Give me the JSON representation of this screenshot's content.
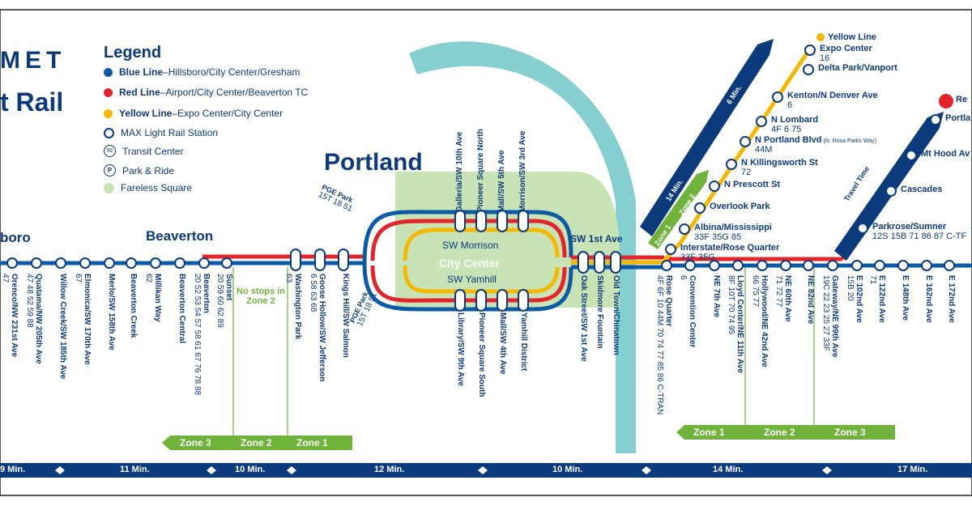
{
  "brand": {
    "line1": "MET",
    "line2": "t Rail"
  },
  "legend": {
    "title": "Legend",
    "items": [
      {
        "name": "Blue Line",
        "desc": "–Hillsboro/City Center/Gresham",
        "color": "#0b5aa5"
      },
      {
        "name": "Red Line",
        "desc": "–Airport/City Center/Beaverton TC",
        "color": "#e3242b"
      },
      {
        "name": "Yellow Line",
        "desc": "–Expo Center/City Center",
        "color": "#f5b800"
      },
      {
        "name": "",
        "desc": "MAX Light Rail Station",
        "color": ""
      },
      {
        "name": "",
        "desc": "Transit Center",
        "color": ""
      },
      {
        "name": "",
        "desc": "Park & Ride",
        "color": ""
      },
      {
        "name": "",
        "desc": "Fareless Square",
        "color": "#c8e3b5"
      }
    ]
  },
  "icons": {
    "tc": "TC",
    "pr": "P"
  },
  "areas": {
    "portland": "Portland",
    "beaverton": "Beaverton",
    "hillsboro": "boro",
    "city_center": "City Center",
    "river": "Willamette River"
  },
  "west_stations": [
    {
      "name": "Orenco/NW 231st Ave",
      "routes": "47"
    },
    {
      "name": "Quatama/NW 205th Ave",
      "routes": "47 48 52 59 88"
    },
    {
      "name": "Willow Creek/SW 185th Ave",
      "routes": ""
    },
    {
      "name": "Elmonica/SW 170th Ave",
      "routes": "67"
    },
    {
      "name": "Merlo/SW 158th Ave",
      "routes": ""
    },
    {
      "name": "Beaverton Creek",
      "routes": ""
    },
    {
      "name": "Millikan Way",
      "routes": "62"
    },
    {
      "name": "Beaverton Central",
      "routes": ""
    },
    {
      "name": "Beaverton",
      "routes": "20 52 53 54 57 58 61 67 76 78 88"
    },
    {
      "name": "Sunset",
      "routes": "20 59 60 62 89"
    },
    {
      "name": "Washington Park",
      "routes": "63"
    },
    {
      "name": "Goose Hollow/SW Jefferson",
      "routes": "6 58 63 68"
    },
    {
      "name": "Kings Hill/SW Salmon",
      "routes": ""
    }
  ],
  "pge_park_top": {
    "name": "PGE Park",
    "routes": "15T 18 51"
  },
  "pge_park_bottom": {
    "name": "PGE Park",
    "routes": "15T 18 51"
  },
  "downtown_top": [
    "Galleria/SW 10th Ave",
    "Pioneer Square North",
    "Mall/SW 5th Ave",
    "Morrison/SW 3rd Ave"
  ],
  "downtown_bottom": [
    "Library/SW 9th Ave",
    "Pioneer Square South",
    "Mall/SW 4th Ave",
    "Yamhill District"
  ],
  "downtown_streets": {
    "top": "SW Morrison",
    "bottom": "SW Yamhill"
  },
  "riverfront": [
    "Oak Street/SW 1st Ave",
    "Skidmore Fountain",
    "Old Town/Chinatown"
  ],
  "sw_first": "SW 1st Ave",
  "east_stations": [
    {
      "name": "Rose Quarter",
      "routes": "4F 6F 10 44M 70 74 77 85 86 C-TRAN"
    },
    {
      "name": "Convention Center",
      "routes": "6"
    },
    {
      "name": "NE 7th Ave",
      "routes": ""
    },
    {
      "name": "Lloyd Center/NE 11th Ave",
      "routes": "8F 10T 70 74 95"
    },
    {
      "name": "Hollywood/NE 42nd Ave",
      "routes": "66 75 77"
    },
    {
      "name": "NE 60th Ave",
      "routes": "71 72 77"
    },
    {
      "name": "NE 82nd Ave",
      "routes": ""
    },
    {
      "name": "Gateway/NE 99th Ave",
      "routes": "19C 22 23 25 27 33F"
    },
    {
      "name": "E 102nd Ave",
      "routes": "15B 20"
    },
    {
      "name": "E 122nd Ave",
      "routes": "71"
    },
    {
      "name": "E 148th Ave",
      "routes": ""
    },
    {
      "name": "E 162nd Ave",
      "routes": ""
    },
    {
      "name": "E 172nd Ave",
      "routes": ""
    }
  ],
  "yellow_stations": [
    {
      "name": "Expo Center",
      "routes": "16"
    },
    {
      "name": "Delta Park/Vanport",
      "routes": ""
    },
    {
      "name": "Kenton/N Denver Ave",
      "routes": "6"
    },
    {
      "name": "N Lombard",
      "routes": "4F 6 75"
    },
    {
      "name": "N Portland Blvd",
      "routes": "44M",
      "note": "(N. Rosa Parks Way)"
    },
    {
      "name": "N Killingsworth St",
      "routes": "72"
    },
    {
      "name": "N Prescott St",
      "routes": ""
    },
    {
      "name": "Overlook Park",
      "routes": ""
    },
    {
      "name": "Albina/Mississippi",
      "routes": "33F 35G 85"
    },
    {
      "name": "Interstate/Rose Quarter",
      "routes": "33F 35G"
    }
  ],
  "red_stations": [
    {
      "name": "Airport",
      "label": "Re"
    },
    {
      "name": "Portland",
      "label": "Portla"
    },
    {
      "name": "Mt Hood Ave",
      "label": "Mt Hood Av"
    },
    {
      "name": "Cascades",
      "label": "Cascades"
    },
    {
      "name": "Parkrose/Sumner",
      "label": "Parkrose/Sumner",
      "routes": "12S 15B 71 86 87 C-TF"
    }
  ],
  "yellow_line_label": "Yellow Line",
  "travel_times": {
    "yellow_6": "6 Min.",
    "yellow_14": "14 Min.",
    "red_label": "Travel Time",
    "red_14": "14 Min."
  },
  "zones_west": [
    "Zone 3",
    "Zone 2",
    "Zone 1"
  ],
  "zones_east": [
    "Zone 1",
    "Zone 2",
    "Zone 3"
  ],
  "zones_yellow": [
    "Zone 1",
    "Zone 2"
  ],
  "no_stops": "No stops in Zone 2",
  "time_bar": [
    "9 Min.",
    "11 Min.",
    "10 Min.",
    "12 Min.",
    "10 Min.",
    "14 Min.",
    "17 Min."
  ]
}
